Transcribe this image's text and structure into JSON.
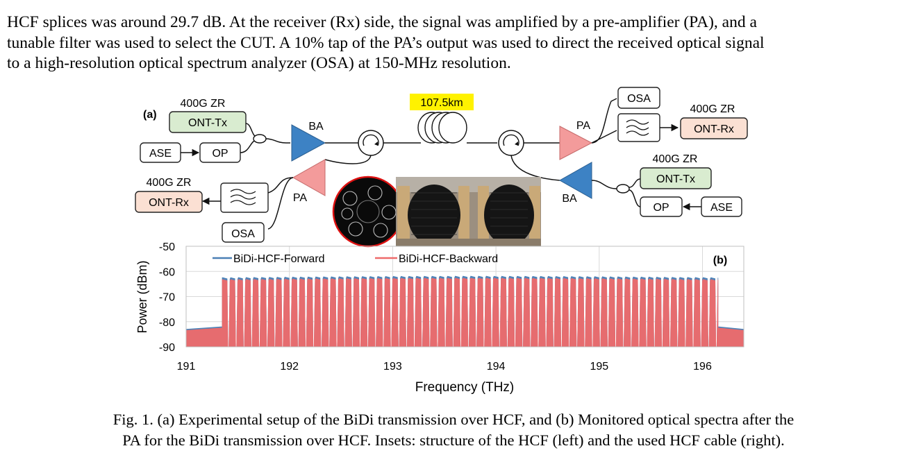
{
  "paragraph": {
    "lines": [
      "HCF splices was around 29.7 dB. At the receiver (Rx) side, the signal was amplified by a pre-amplifier (PA), and a",
      "tunable filter was used to select the CUT. A 10% tap of the PA’s output was used to direct the received optical signal",
      "to a high-resolution optical spectrum analyzer (OSA) at 150-MHz resolution."
    ]
  },
  "setup": {
    "panel_label": "(a)",
    "fiber_length": "107.5km",
    "transceiver_label": "400G ZR",
    "tx": "ONT-Tx",
    "rx": "ONT-Rx",
    "ase": "ASE",
    "op": "OP",
    "ba": "BA",
    "pa": "PA",
    "osa": "OSA",
    "colors": {
      "tx_fill": "#d9ecd0",
      "rx_fill": "#fbe0d3",
      "ba_fill": "#3d82c4",
      "pa_fill": "#f39b9b",
      "highlight": "#fff200"
    }
  },
  "chart_data": {
    "type": "area",
    "panel_label": "(b)",
    "xlabel": "Frequency (THz)",
    "ylabel": "Power (dBm)",
    "xlim": [
      191,
      196.4
    ],
    "ylim": [
      -90,
      -50
    ],
    "xticks": [
      191,
      192,
      193,
      194,
      195,
      196
    ],
    "yticks": [
      -50,
      -60,
      -70,
      -80,
      -90
    ],
    "grid": true,
    "legend_position": "top",
    "channels": {
      "start_thz": 191.35,
      "end_thz": 196.15,
      "count": 64,
      "peak_dbm": -62.5,
      "floor_dbm": -90,
      "out_of_band_noise_dbm": -83
    },
    "series": [
      {
        "name": "BiDi-HCF-Forward",
        "color": "#4a7fb5",
        "peak_offset_db": 0.0
      },
      {
        "name": "BiDi-HCF-Backward",
        "color": "#ee6a6a",
        "peak_offset_db": -0.8
      }
    ]
  },
  "caption": {
    "lines": [
      "Fig. 1. (a) Experimental setup of the BiDi transmission over HCF, and (b) Monitored optical spectra after the",
      "PA for the BiDi transmission over HCF. Insets: structure of the HCF (left) and the used HCF cable (right)."
    ]
  }
}
